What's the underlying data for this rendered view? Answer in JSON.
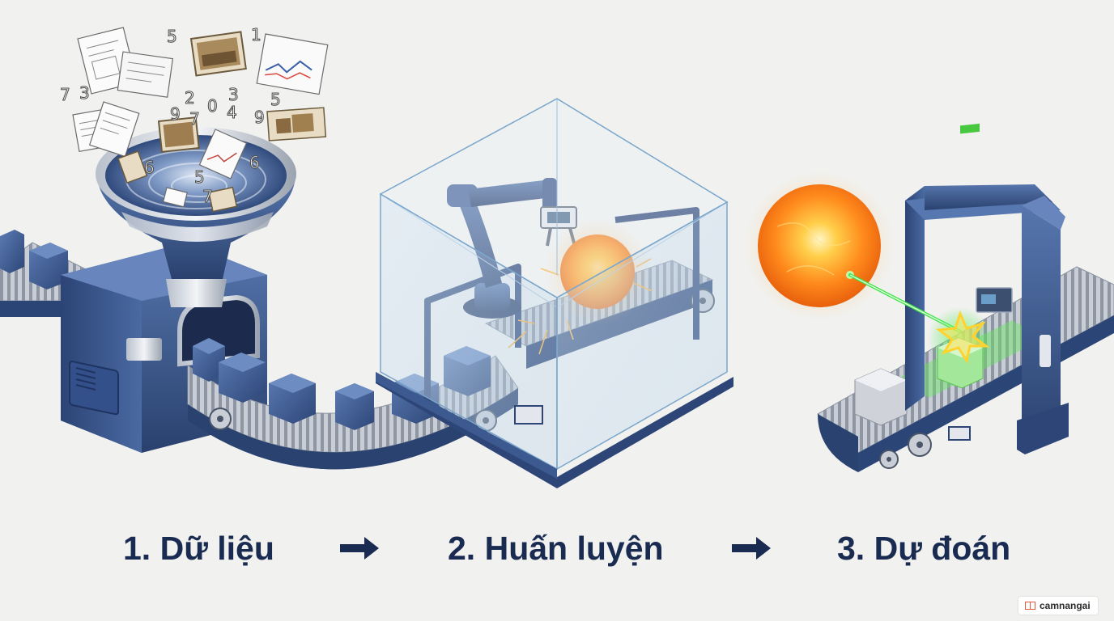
{
  "steps": [
    {
      "label": "1. Dữ liệu"
    },
    {
      "label": "2. Huấn luyện"
    },
    {
      "label": "3. Dự đoán"
    }
  ],
  "funnel_digits": [
    "5",
    "1",
    "7",
    "3",
    "2",
    "9",
    "7",
    "0",
    "4",
    "3",
    "5",
    "9",
    "6",
    "5",
    "6",
    "7"
  ],
  "watermark": {
    "text": "camnangai"
  },
  "icons": {
    "flow_arrow": "arrow-right-icon",
    "watermark_logo": "box-logo-icon"
  },
  "colors": {
    "machine_blue": "#3c5a8f",
    "machine_dark": "#24365e",
    "label_text": "#1a2b52",
    "sphere_orange": "#ff8a1c",
    "laser_green": "#3ee04a",
    "background": "#f1f1ef"
  }
}
